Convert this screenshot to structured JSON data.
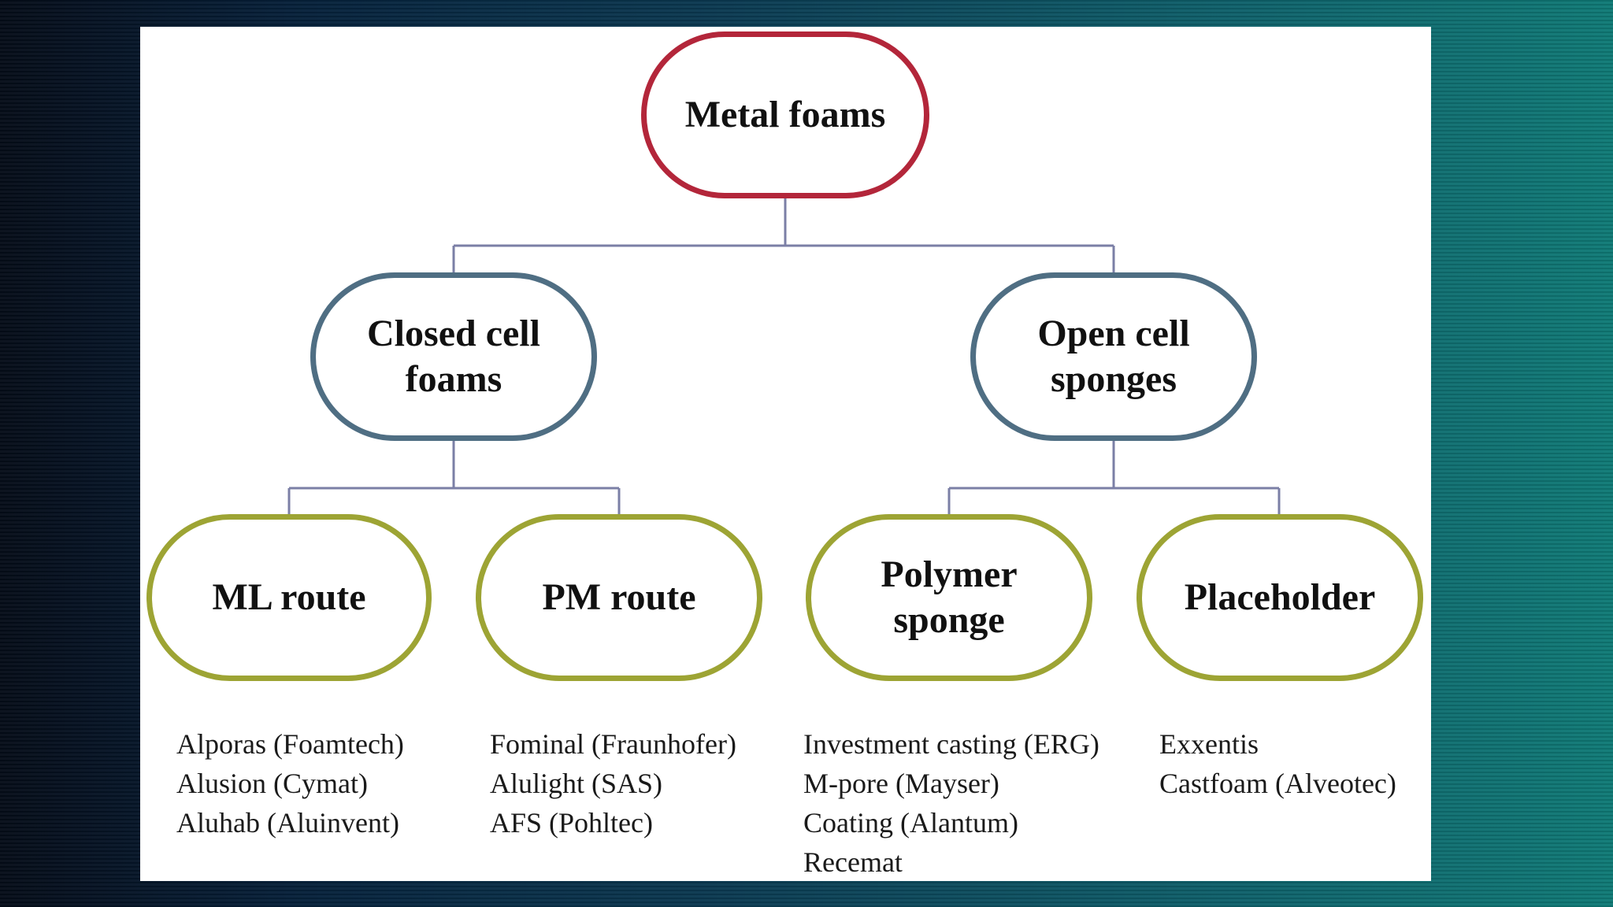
{
  "colors": {
    "root_border": "#b3263a",
    "level1_border": "#4f6e83",
    "level2_border": "#9da434",
    "connector": "#7b7fa6"
  },
  "nodes": {
    "root": {
      "line1": "Metal foams"
    },
    "closed": {
      "line1": "Closed cell",
      "line2": "foams"
    },
    "open": {
      "line1": "Open cell",
      "line2": "sponges"
    },
    "ml": {
      "line1": "ML route"
    },
    "pm": {
      "line1": "PM route"
    },
    "polymer": {
      "line1": "Polymer",
      "line2": "sponge"
    },
    "placeholder": {
      "line1": "Placeholder"
    }
  },
  "examples": {
    "ml": [
      "Alporas (Foamtech)",
      "Alusion (Cymat)",
      "Aluhab (Aluinvent)"
    ],
    "pm": [
      "Fominal (Fraunhofer)",
      "Alulight (SAS)",
      "AFS (Pohltec)"
    ],
    "polymer": [
      "Investment casting (ERG)",
      "M-pore (Mayser)",
      "Coating (Alantum)",
      "Recemat"
    ],
    "placeholder": [
      "Exxentis",
      "Castfoam (Alveotec)"
    ]
  }
}
